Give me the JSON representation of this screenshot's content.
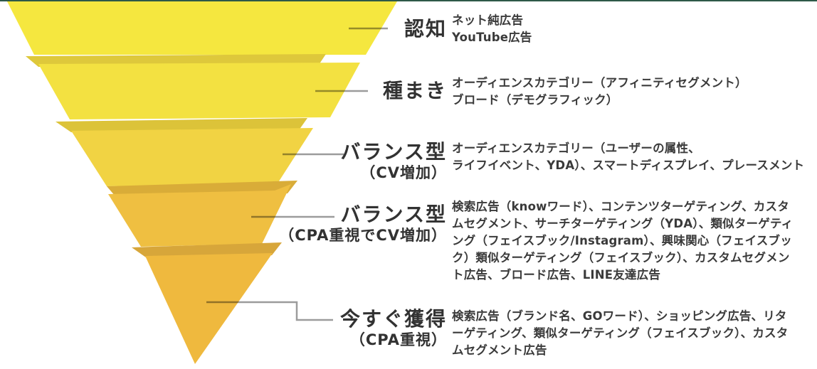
{
  "page": {
    "background": "#ffffff",
    "top_border_color": "#2e5948",
    "text_color": "#323232"
  },
  "funnel": {
    "type": "inverted-funnel",
    "connector_color": "#9c9c9c",
    "stages": [
      {
        "label": "認知",
        "sublabel": "",
        "color": "#f5e73f",
        "fold_color": "#dec83b",
        "description_lines": [
          "ネット純広告",
          "YouTube広告"
        ]
      },
      {
        "label": "種まき",
        "sublabel": "",
        "color": "#f3e141",
        "fold_color": "#dcc339",
        "description_lines": [
          "オーディエンスカテゴリー（アフィニティセグメント）",
          "ブロード（デモグラフィック）"
        ]
      },
      {
        "label": "バランス型",
        "sublabel": "（CV増加）",
        "color": "#f1d343",
        "fold_color": "#d9ac38",
        "description_lines": [
          "オーディエンスカテゴリー（ユーザーの属性、",
          "ライフイベント、YDA）、スマートディスプレイ、プレースメント"
        ]
      },
      {
        "label": "バランス型",
        "sublabel": "（CPA重視でCV増加）",
        "color": "#efbf41",
        "fold_color": "#d7a63a",
        "description_lines": [
          "検索広告（knowワード）、コンテンツターゲティング、カスタ",
          "ムセグメント、サーチターゲティング（YDA）、類似ターゲティ",
          "ング（フェイスブック/Instagram）、興味関心（フェイスブッ",
          "ク）類似ターゲティング（フェイスブック）、カスタムセグメン",
          "ト広告、ブロード広告、LINE友達広告"
        ]
      },
      {
        "label": "今すぐ獲得",
        "sublabel": "（CPA重視）",
        "color": "#efb93e",
        "fold_color": "",
        "description_lines": [
          "検索広告（ブランド名、GOワード）、ショッピング広告、リタ",
          "ーゲティング、類似ターゲティング（フェイスブック）、カスタ",
          "ムセグメント広告"
        ]
      }
    ]
  }
}
